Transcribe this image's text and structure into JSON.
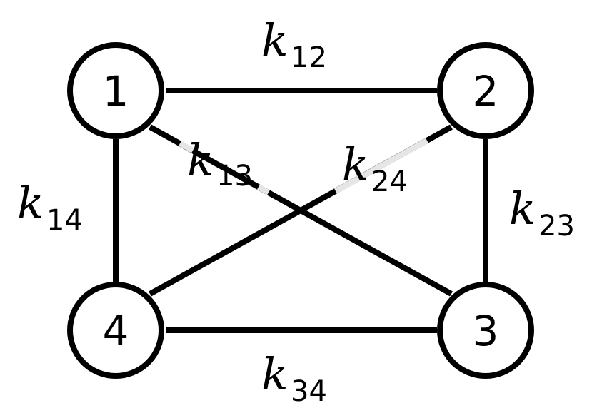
{
  "nodes": {
    "n1": "1",
    "n2": "2",
    "n3": "3",
    "n4": "4"
  },
  "edges": {
    "k12": {
      "symbol": "k",
      "subscript": "12"
    },
    "k23": {
      "symbol": "k",
      "subscript": "23"
    },
    "k34": {
      "symbol": "k",
      "subscript": "34"
    },
    "k14": {
      "symbol": "k",
      "subscript": "14"
    },
    "k13": {
      "symbol": "k",
      "subscript": "13"
    },
    "k24": {
      "symbol": "k",
      "subscript": "24"
    }
  },
  "colors": {
    "stroke": "#000000",
    "fill": "#ffffff",
    "faded_edge": "#e6e6e6"
  }
}
